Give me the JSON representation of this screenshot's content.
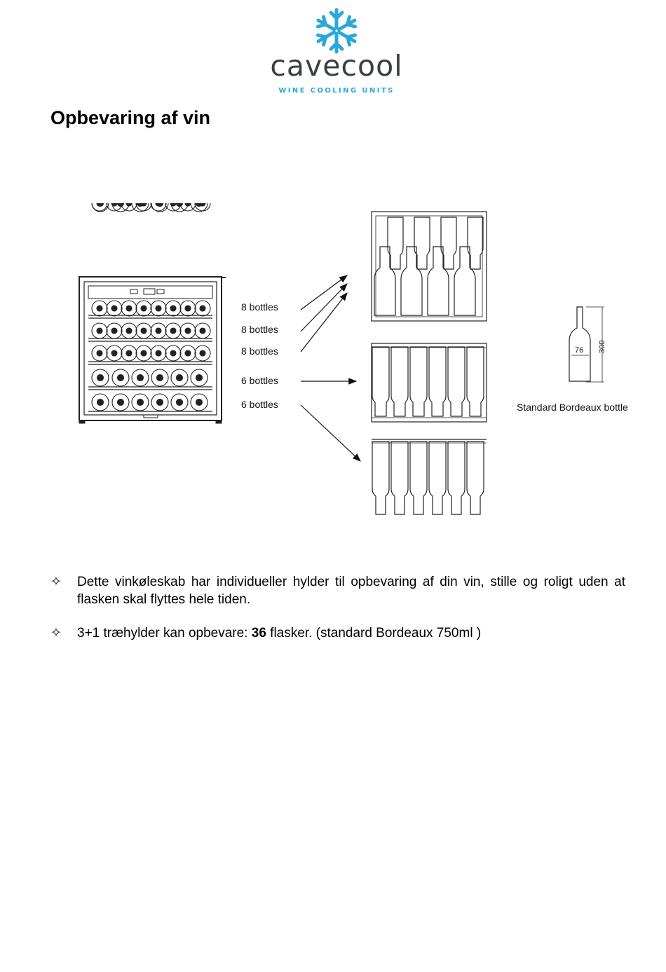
{
  "logo": {
    "wordmark": "cavecool",
    "tagline": "WINE COOLING UNITS",
    "brand_color": "#2ba8d9",
    "text_color": "#3a3f44"
  },
  "page_title": "Opbevaring af vin",
  "diagram": {
    "shelf_labels": [
      "8 bottles",
      "8 bottles",
      "8 bottles",
      "6 bottles",
      "6 bottles"
    ],
    "reference_bottle": {
      "caption": "Standard Bordeaux bottle",
      "width_label": "76",
      "height_label": "300"
    }
  },
  "bullets": [
    {
      "icon": "star-outline-icon",
      "text": "Dette vinkøleskab har individueller hylder til opbevaring af din vin, stille og roligt uden at flasken skal flyttes hele tiden."
    },
    {
      "icon": "star-outline-icon",
      "text_before": "3+1 træhylder kan opbevare: ",
      "text_bold": "36",
      "text_after": " flasker. (standard Bordeaux 750ml )"
    }
  ]
}
